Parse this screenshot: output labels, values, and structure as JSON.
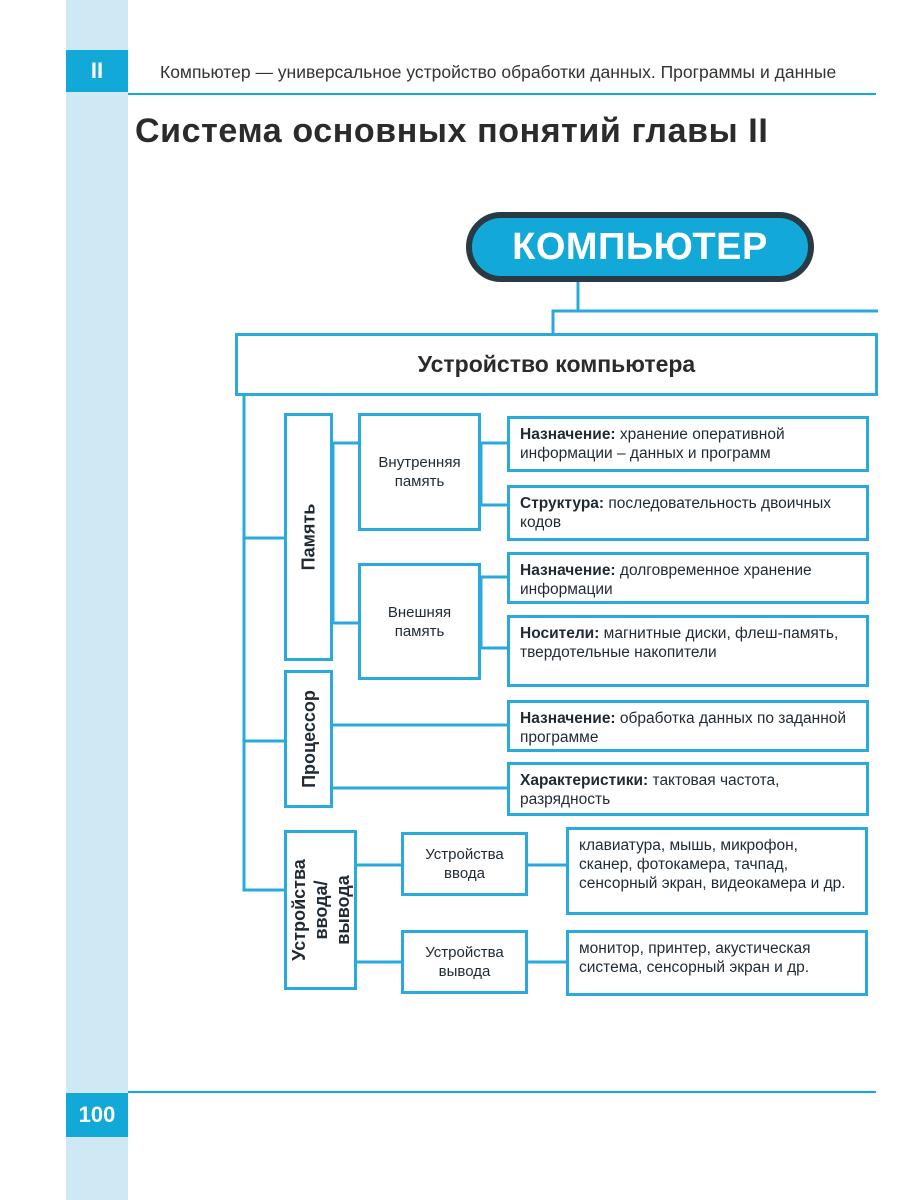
{
  "header": {
    "chapter_tab": "II",
    "running_title": "Компьютер — универсальное устройство обработки данных. Программы и данные"
  },
  "title": "Система основных понятий главы II",
  "diagram": {
    "root": "КОМПЬЮТЕР",
    "main": "Устройство компьютера",
    "memory": {
      "label": "Память",
      "internal": {
        "label": "Внутренняя память",
        "purpose_label": "Назначение:",
        "purpose_text": "хранение оперативной информации – данных и программ",
        "structure_label": "Структура:",
        "structure_text": "последовательность двоичных кодов"
      },
      "external": {
        "label": "Внешняя память",
        "purpose_label": "Назначение:",
        "purpose_text": "долговременное хранение информации",
        "media_label": "Носители:",
        "media_text": "магнитные диски, флеш-память, твердотельные накопители"
      }
    },
    "processor": {
      "label": "Процессор",
      "purpose_label": "Назначение:",
      "purpose_text": "обработка данных по заданной программе",
      "specs_label": "Характеристики:",
      "specs_text": "тактовая частота, разрядность"
    },
    "io": {
      "label": "Устройства ввода/вывода",
      "input": {
        "label": "Устройства ввода",
        "text": "клавиатура, мышь, микрофон, сканер, фотокамера, тачпад, сенсорный экран, видеокамера и др."
      },
      "output": {
        "label": "Устройства вывода",
        "text": "монитор, принтер, акустическая система, сенсорный экран и др."
      }
    }
  },
  "footer": {
    "page_number": "100"
  },
  "colors": {
    "accent": "#12a8d8",
    "box_border": "#29a9dc",
    "pill_border": "#2a3a44",
    "strip": "#cfe9f4"
  }
}
